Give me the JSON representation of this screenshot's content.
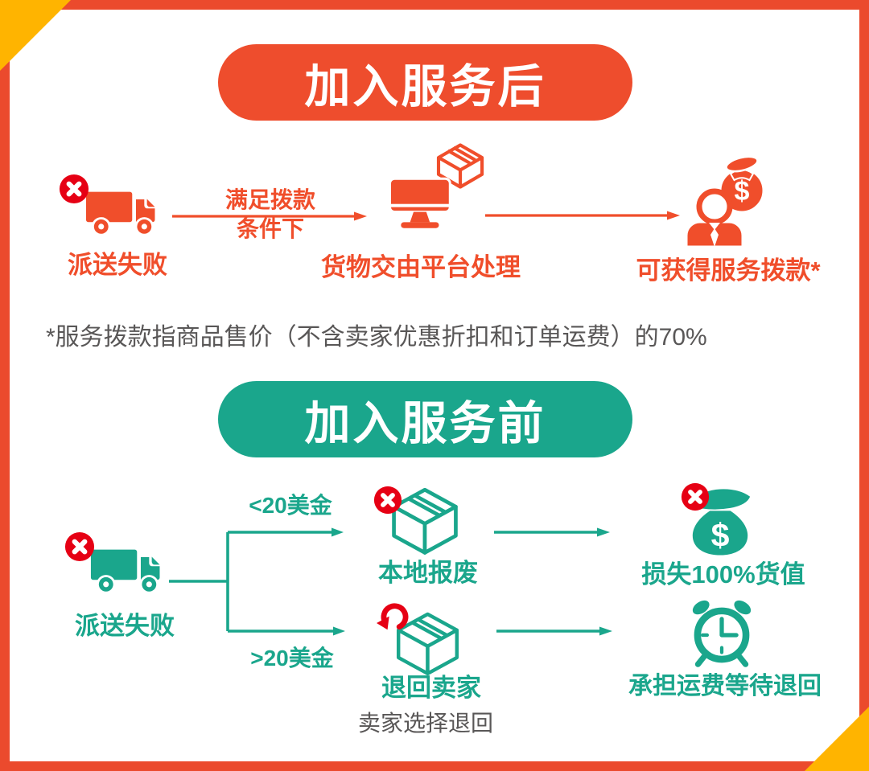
{
  "colors": {
    "orange": "#EE4D2D",
    "teal": "#1AA68C",
    "badge_red": "#E60014",
    "corner_yellow": "#FFB400",
    "frame_border": "#EB4A2D",
    "note_gray": "#595757"
  },
  "after": {
    "banner": "加入服务后",
    "step1_label": "派送失败",
    "arrow_caption_line1": "满足拨款",
    "arrow_caption_line2": "条件下",
    "step2_label": "货物交由平台处理",
    "step3_label": "可获得服务拨款*",
    "footnote": "*服务拨款指商品售价（不含卖家优惠折扣和订单运费）的70%"
  },
  "before": {
    "banner": "加入服务前",
    "source_label": "派送失败",
    "branch_upper_condition": "<20美金",
    "branch_lower_condition": ">20美金",
    "upper_step_label": "本地报废",
    "upper_result_label": "损失100%货值",
    "lower_step_label": "退回卖家",
    "lower_step_note": "卖家选择退回",
    "lower_result_label": "承担运费等待退回"
  },
  "icons": {
    "dollar": "$"
  }
}
